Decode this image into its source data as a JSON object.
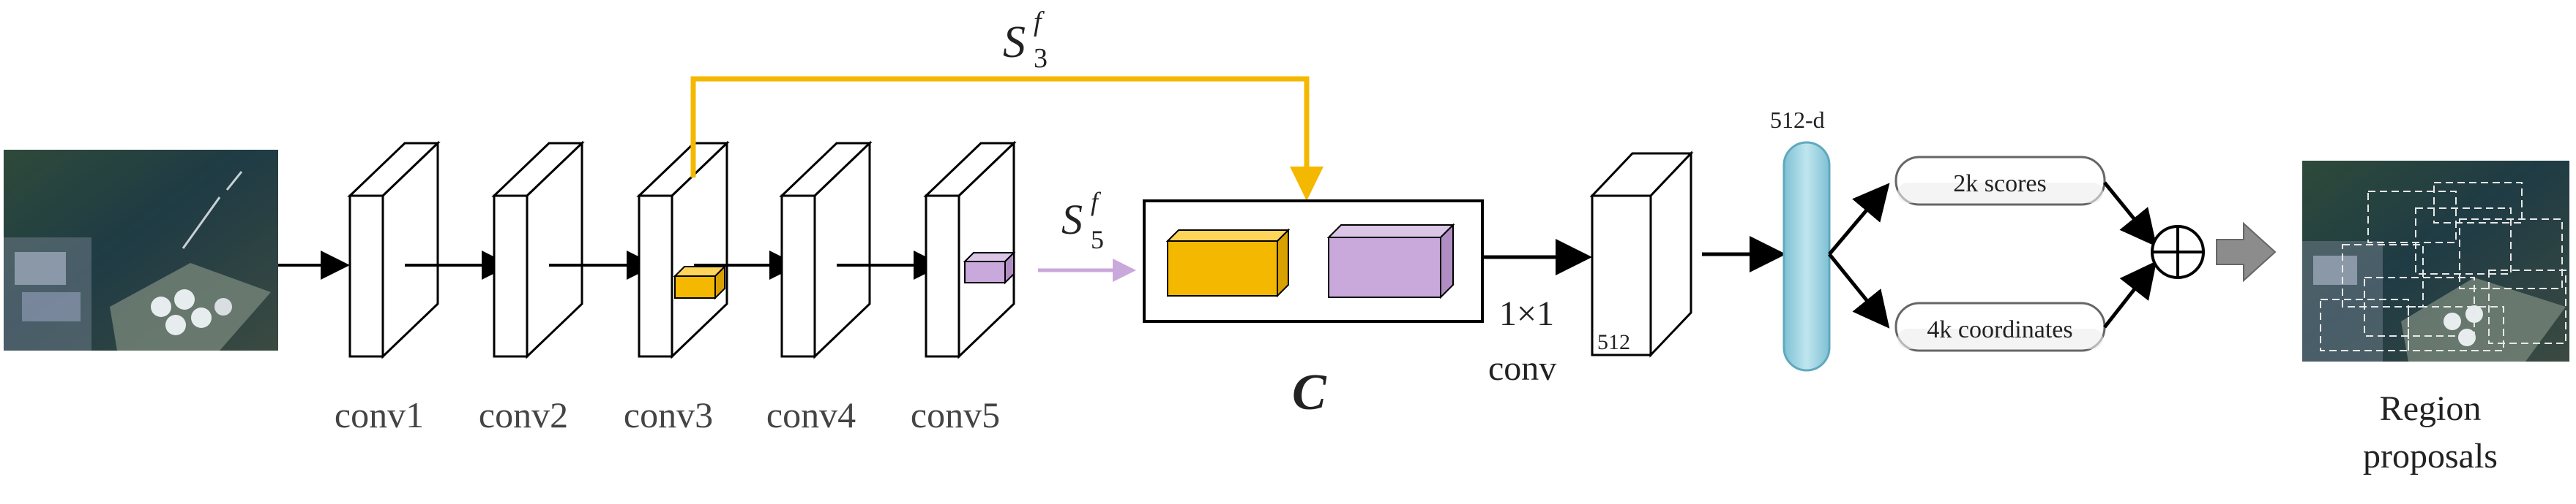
{
  "conv_layers": [
    {
      "label": "conv1"
    },
    {
      "label": "conv2"
    },
    {
      "label": "conv3"
    },
    {
      "label": "conv4"
    },
    {
      "label": "conv5"
    }
  ],
  "skip_label": {
    "base": "S",
    "sup": "f",
    "sub": "3"
  },
  "conv5_label": {
    "base": "S",
    "sup": "f",
    "sub": "5"
  },
  "concat_label": "C",
  "one_by_one_label": "1×1",
  "one_by_one_sub": "conv",
  "channels_label": "512",
  "vector_label": "512-d",
  "outputs": {
    "scores": "2k scores",
    "coords": "4k coordinates"
  },
  "result_label_line1": "Region",
  "result_label_line2": "proposals",
  "colors": {
    "orange": "#F5B800",
    "purple": "#C9A8DC",
    "teal": "#9FD2E0",
    "skip_arrow": "#F5B800",
    "conv5_arrow": "#C9A8DC",
    "grey_arrow": "#8C8C8C"
  }
}
